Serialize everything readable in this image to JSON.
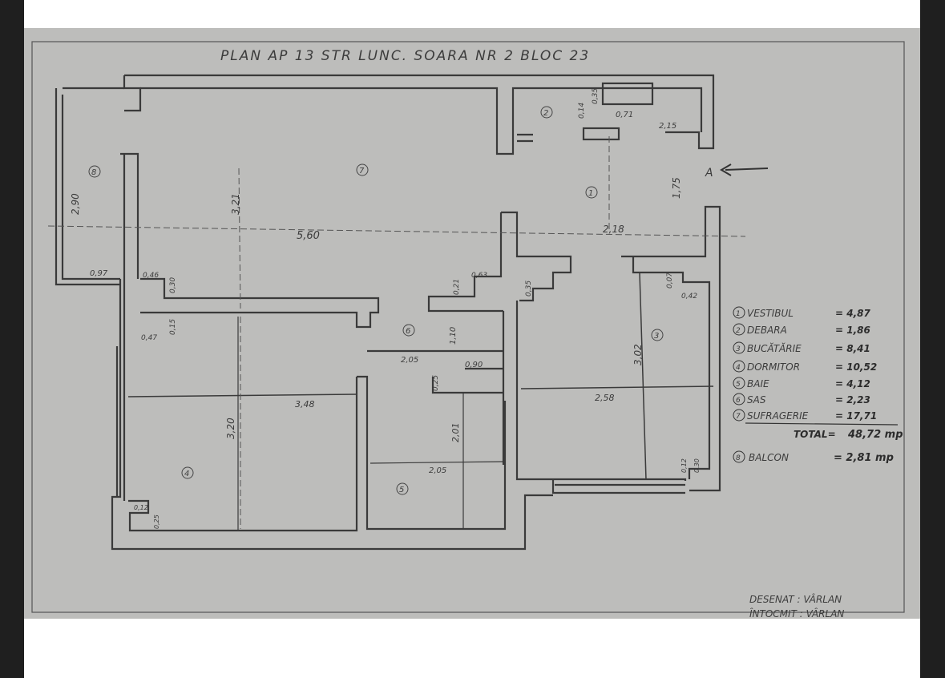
{
  "title": "PLAN AP 13 STR LUNC. SOARA NR 2 BLOC 23",
  "arrow_label": "A",
  "room_numbers": [
    "1",
    "2",
    "3",
    "4",
    "5",
    "6",
    "7",
    "8"
  ],
  "dimensions": {
    "d_290": "2,90",
    "d_321": "3,21",
    "d_560": "5,60",
    "d_218": "2,18",
    "d_175": "1,75",
    "d_014": "0,14",
    "d_035": "0,35",
    "d_071": "0,71",
    "d_215": "2,15",
    "d_097": "0,97",
    "d_046": "0,46",
    "d_030": "0,30",
    "d_063": "0,63",
    "d_021": "0,21",
    "d_035b": "0,35",
    "d_007": "0,07",
    "d_042": "0,42",
    "d_015": "0,15",
    "d_047": "0,47",
    "d_110": "1,10",
    "d_205": "2,05",
    "d_090": "0,90",
    "d_025": "0,25",
    "d_302": "3,02",
    "d_320": "3,20",
    "d_348": "3,48",
    "d_201": "2,01",
    "d_205b": "2,05",
    "d_258": "2,58",
    "d_012": "0,12",
    "d_030b": "0,30",
    "d_012b": "0,12",
    "d_025b": "0,25"
  },
  "legend": [
    {
      "num": "1",
      "name": "VESTIBUL",
      "value": "= 4,87"
    },
    {
      "num": "2",
      "name": "DEBARA",
      "value": "= 1,86"
    },
    {
      "num": "3",
      "name": "BUCĂTĂRIE",
      "value": "= 8,41"
    },
    {
      "num": "4",
      "name": "DORMITOR",
      "value": "= 10,52"
    },
    {
      "num": "5",
      "name": "BAIE",
      "value": "= 4,12"
    },
    {
      "num": "6",
      "name": "SAS",
      "value": "= 2,23"
    },
    {
      "num": "7",
      "name": "SUFRAGERIE",
      "value": "= 17,71"
    }
  ],
  "total_label": "TOTAL=",
  "total_value": "48,72 mp",
  "balcony": {
    "num": "8",
    "name": "BALCON",
    "value": "= 2,81 mp"
  },
  "signatures": {
    "drawn": "DESENAT : VÂRLAN",
    "checked": "ÎNTOCMIT : VÂRLAN"
  },
  "colors": {
    "paper": "#bdbdbb",
    "ink": "#2e2e2e",
    "frame": "#1f1f1f"
  }
}
